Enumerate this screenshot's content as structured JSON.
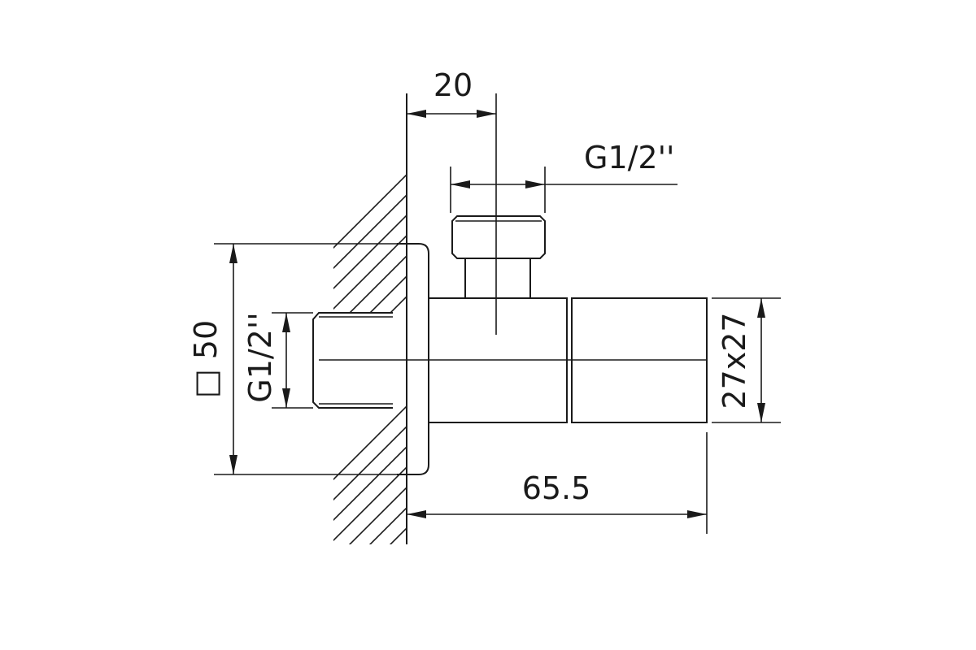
{
  "diagram": {
    "dimensions": {
      "outlet_offset": "20",
      "outlet_thread": "G1/2''",
      "flange_size": "□ 50",
      "inlet_thread": "G1/2''",
      "body_section": "27x27",
      "total_length": "65.5"
    }
  }
}
